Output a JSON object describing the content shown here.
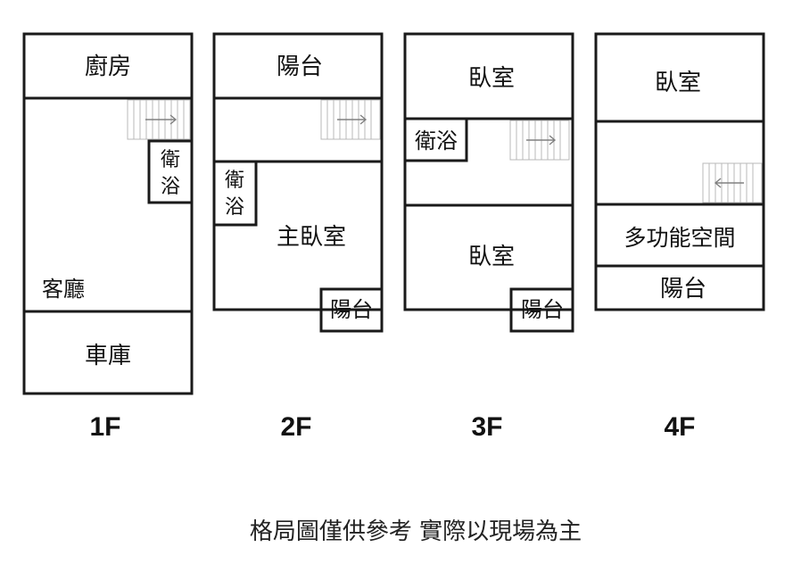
{
  "floors": [
    {
      "label": "1F",
      "rooms": {
        "kitchen": "廚房",
        "bathroom_line1": "衛",
        "bathroom_line2": "浴",
        "living": "客廳",
        "garage": "車庫"
      }
    },
    {
      "label": "2F",
      "rooms": {
        "balcony_top": "陽台",
        "bathroom_line1": "衛",
        "bathroom_line2": "浴",
        "master_bedroom": "主臥室",
        "balcony_small": "陽台"
      }
    },
    {
      "label": "3F",
      "rooms": {
        "bedroom_top": "臥室",
        "bathroom": "衛浴",
        "bedroom_bottom": "臥室",
        "balcony_small": "陽台"
      }
    },
    {
      "label": "4F",
      "rooms": {
        "bedroom": "臥室",
        "multi_purpose": "多功能空間",
        "balcony": "陽台"
      }
    }
  ],
  "caption": "格局圖僅供參考 實際以現場為主",
  "colors": {
    "wall": "#1a1a1a",
    "stairs": "#b8b8b8",
    "text": "#111111"
  }
}
